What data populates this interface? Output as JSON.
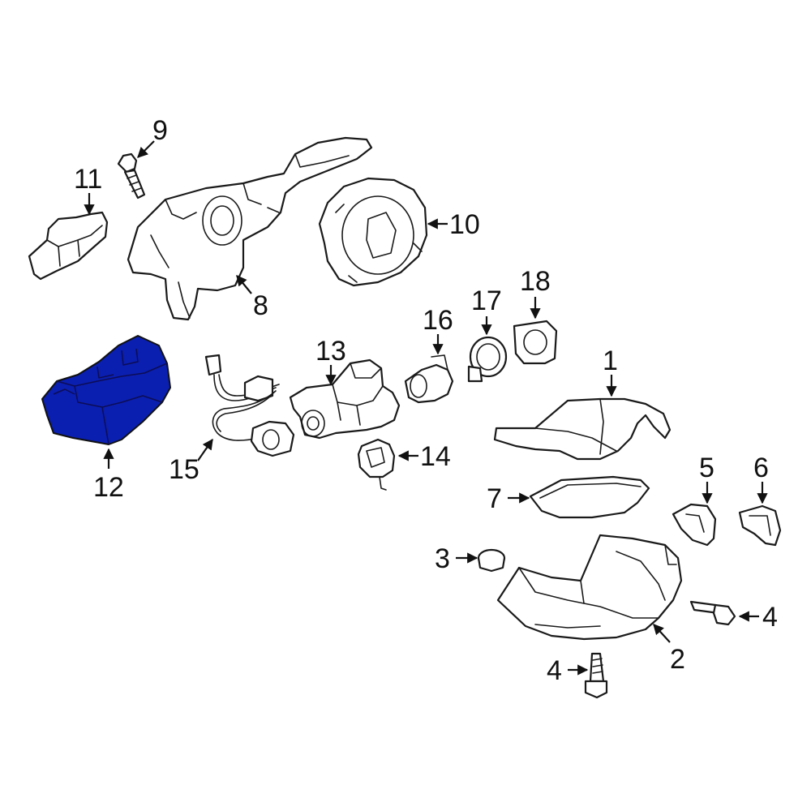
{
  "diagram": {
    "highlight_color": "#0a1fb0",
    "callouts": [
      {
        "id": "c1",
        "label": "1"
      },
      {
        "id": "c2",
        "label": "2"
      },
      {
        "id": "c3",
        "label": "3"
      },
      {
        "id": "c4a",
        "label": "4"
      },
      {
        "id": "c4b",
        "label": "4"
      },
      {
        "id": "c5",
        "label": "5"
      },
      {
        "id": "c6",
        "label": "6"
      },
      {
        "id": "c7",
        "label": "7"
      },
      {
        "id": "c8",
        "label": "8"
      },
      {
        "id": "c9",
        "label": "9"
      },
      {
        "id": "c10",
        "label": "10"
      },
      {
        "id": "c11",
        "label": "11"
      },
      {
        "id": "c12",
        "label": "12"
      },
      {
        "id": "c13",
        "label": "13"
      },
      {
        "id": "c14",
        "label": "14"
      },
      {
        "id": "c15",
        "label": "15"
      },
      {
        "id": "c16",
        "label": "16"
      },
      {
        "id": "c17",
        "label": "17"
      },
      {
        "id": "c18",
        "label": "18"
      }
    ]
  }
}
